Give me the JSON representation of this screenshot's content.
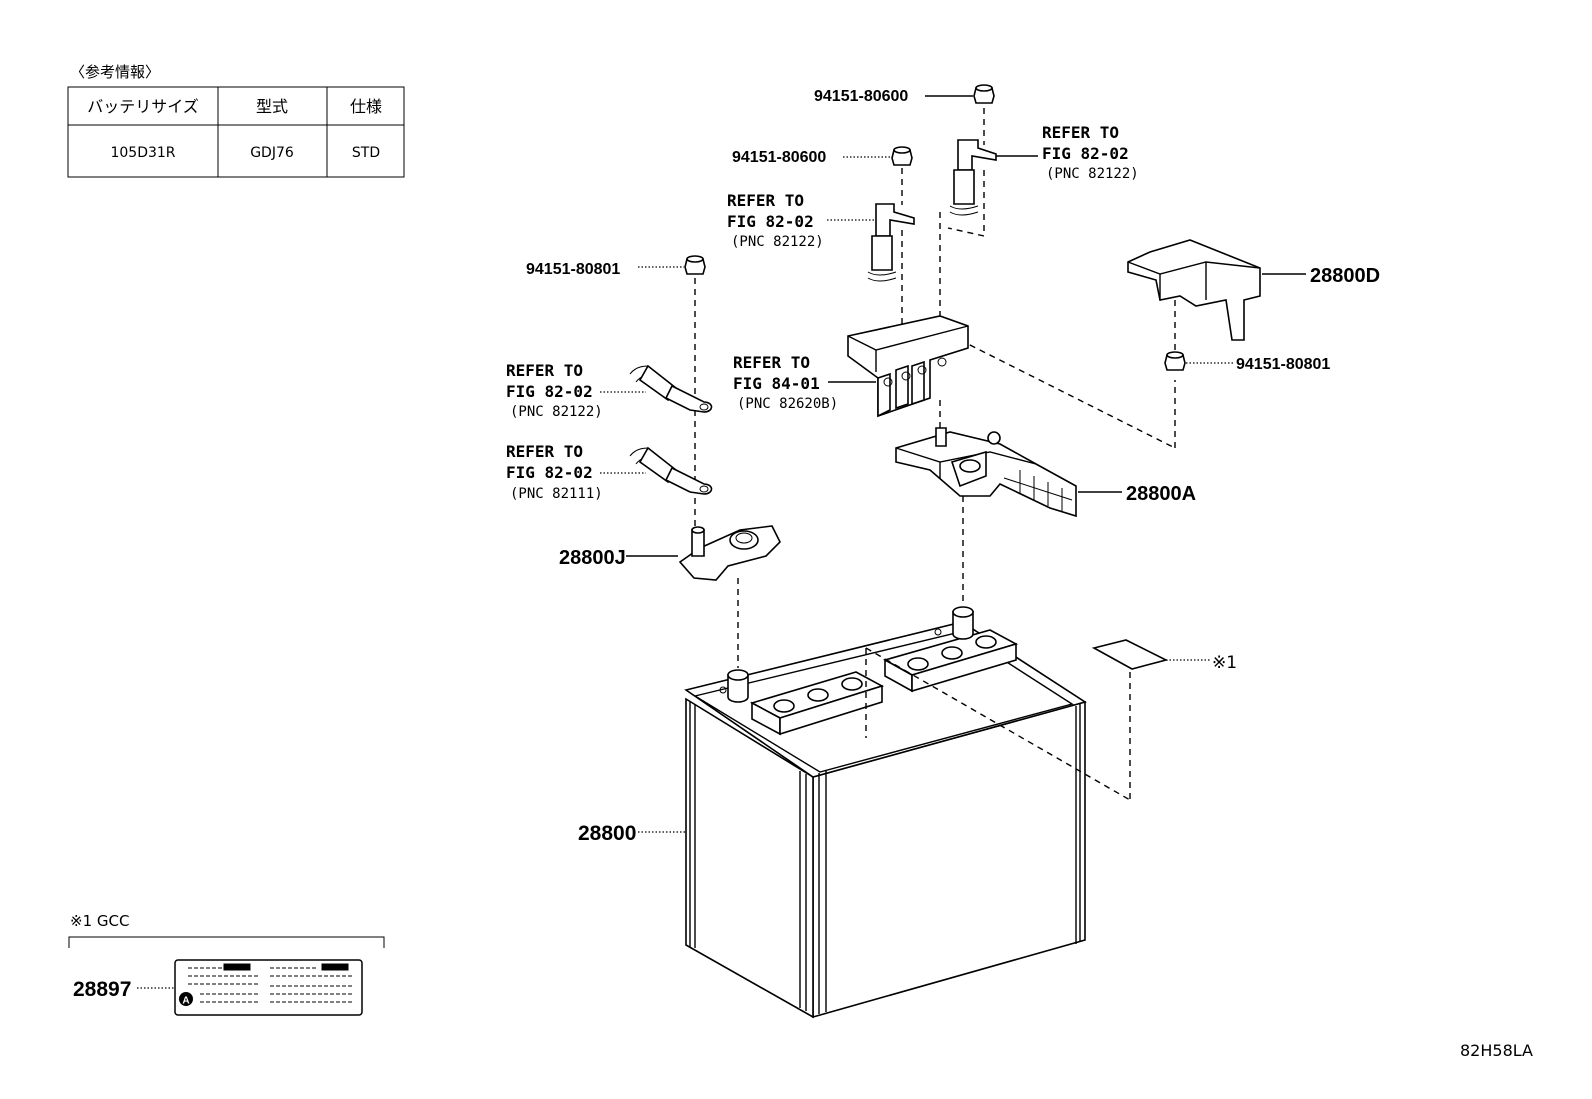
{
  "reference_info": {
    "heading": "〈参考情報〉",
    "columns": [
      "バッテリサイズ",
      "型式",
      "仕様"
    ],
    "row": [
      "105D31R",
      "GDJ76",
      "STD"
    ]
  },
  "gcc_note": {
    "title": "※1  GCC",
    "part_no": "28897",
    "badge": "A"
  },
  "callouts": {
    "nut_top_right": "94151-80600",
    "nut_top_left": "94151-80600",
    "nut_left": "94151-80801",
    "nut_right": "94151-80801",
    "cover_d": "28800D",
    "cover_a": "28800A",
    "terminal_j": "28800J",
    "battery": "28800",
    "label_mark": "※1"
  },
  "refs": {
    "r1": {
      "l1": "REFER TO",
      "l2": "FIG 82-02",
      "l3": "(PNC 82122)"
    },
    "r2": {
      "l1": "REFER TO",
      "l2": "FIG 82-02",
      "l3": "(PNC 82122)"
    },
    "r3": {
      "l1": "REFER TO",
      "l2": "FIG 84-01",
      "l3": "(PNC 82620B)"
    },
    "r4": {
      "l1": "REFER TO",
      "l2": "FIG 82-02",
      "l3": "(PNC 82122)"
    },
    "r5": {
      "l1": "REFER TO",
      "l2": "FIG 82-02",
      "l3": "(PNC 82111)"
    }
  },
  "figure_code": "82H58LA"
}
